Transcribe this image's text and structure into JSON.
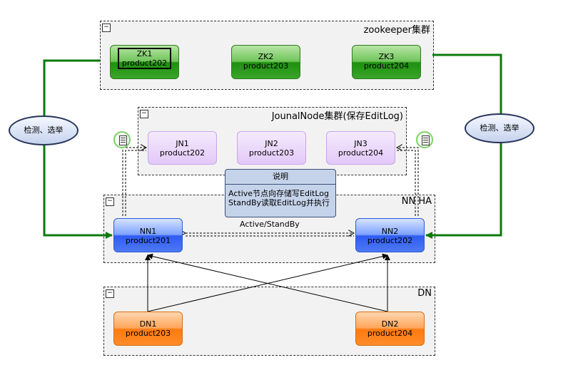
{
  "groups": {
    "zookeeper": {
      "title": "zookeeper集群",
      "collapse": "−"
    },
    "journal": {
      "title": "JounalNode集群(保存EditLog)",
      "collapse": "−"
    },
    "nnha": {
      "title": "NN HA",
      "collapse": "−"
    },
    "dn": {
      "title": "DN",
      "collapse": "−"
    }
  },
  "nodes": {
    "zk1": {
      "name": "ZK1",
      "host": "product202"
    },
    "zk2": {
      "name": "ZK2",
      "host": "product203"
    },
    "zk3": {
      "name": "ZK3",
      "host": "product204"
    },
    "jn1": {
      "name": "JN1",
      "host": "product202"
    },
    "jn2": {
      "name": "JN2",
      "host": "product203"
    },
    "jn3": {
      "name": "JN3",
      "host": "product204"
    },
    "nn1": {
      "name": "NN1",
      "host": "product201"
    },
    "nn2": {
      "name": "NN2",
      "host": "product202"
    },
    "dn1": {
      "name": "DN1",
      "host": "product203"
    },
    "dn2": {
      "name": "DN2",
      "host": "product204"
    }
  },
  "ellipses": {
    "left": "检测、选举",
    "right": "检测、选举"
  },
  "note": {
    "title": "说明",
    "line1": "Active节点向存储写EditLog",
    "line2": "StandBy读取EditLog并执行"
  },
  "edge_label": "Active/StandBy",
  "colors": {
    "zk_green": "#1f8f10",
    "link_green": "#0b7a0b",
    "nn_blue": "#2f5cf0",
    "dn_orange": "#ff7a10",
    "jn_purple": "#e2c8f8"
  },
  "icons": {
    "doc_left": "document-icon",
    "doc_right": "document-icon"
  }
}
